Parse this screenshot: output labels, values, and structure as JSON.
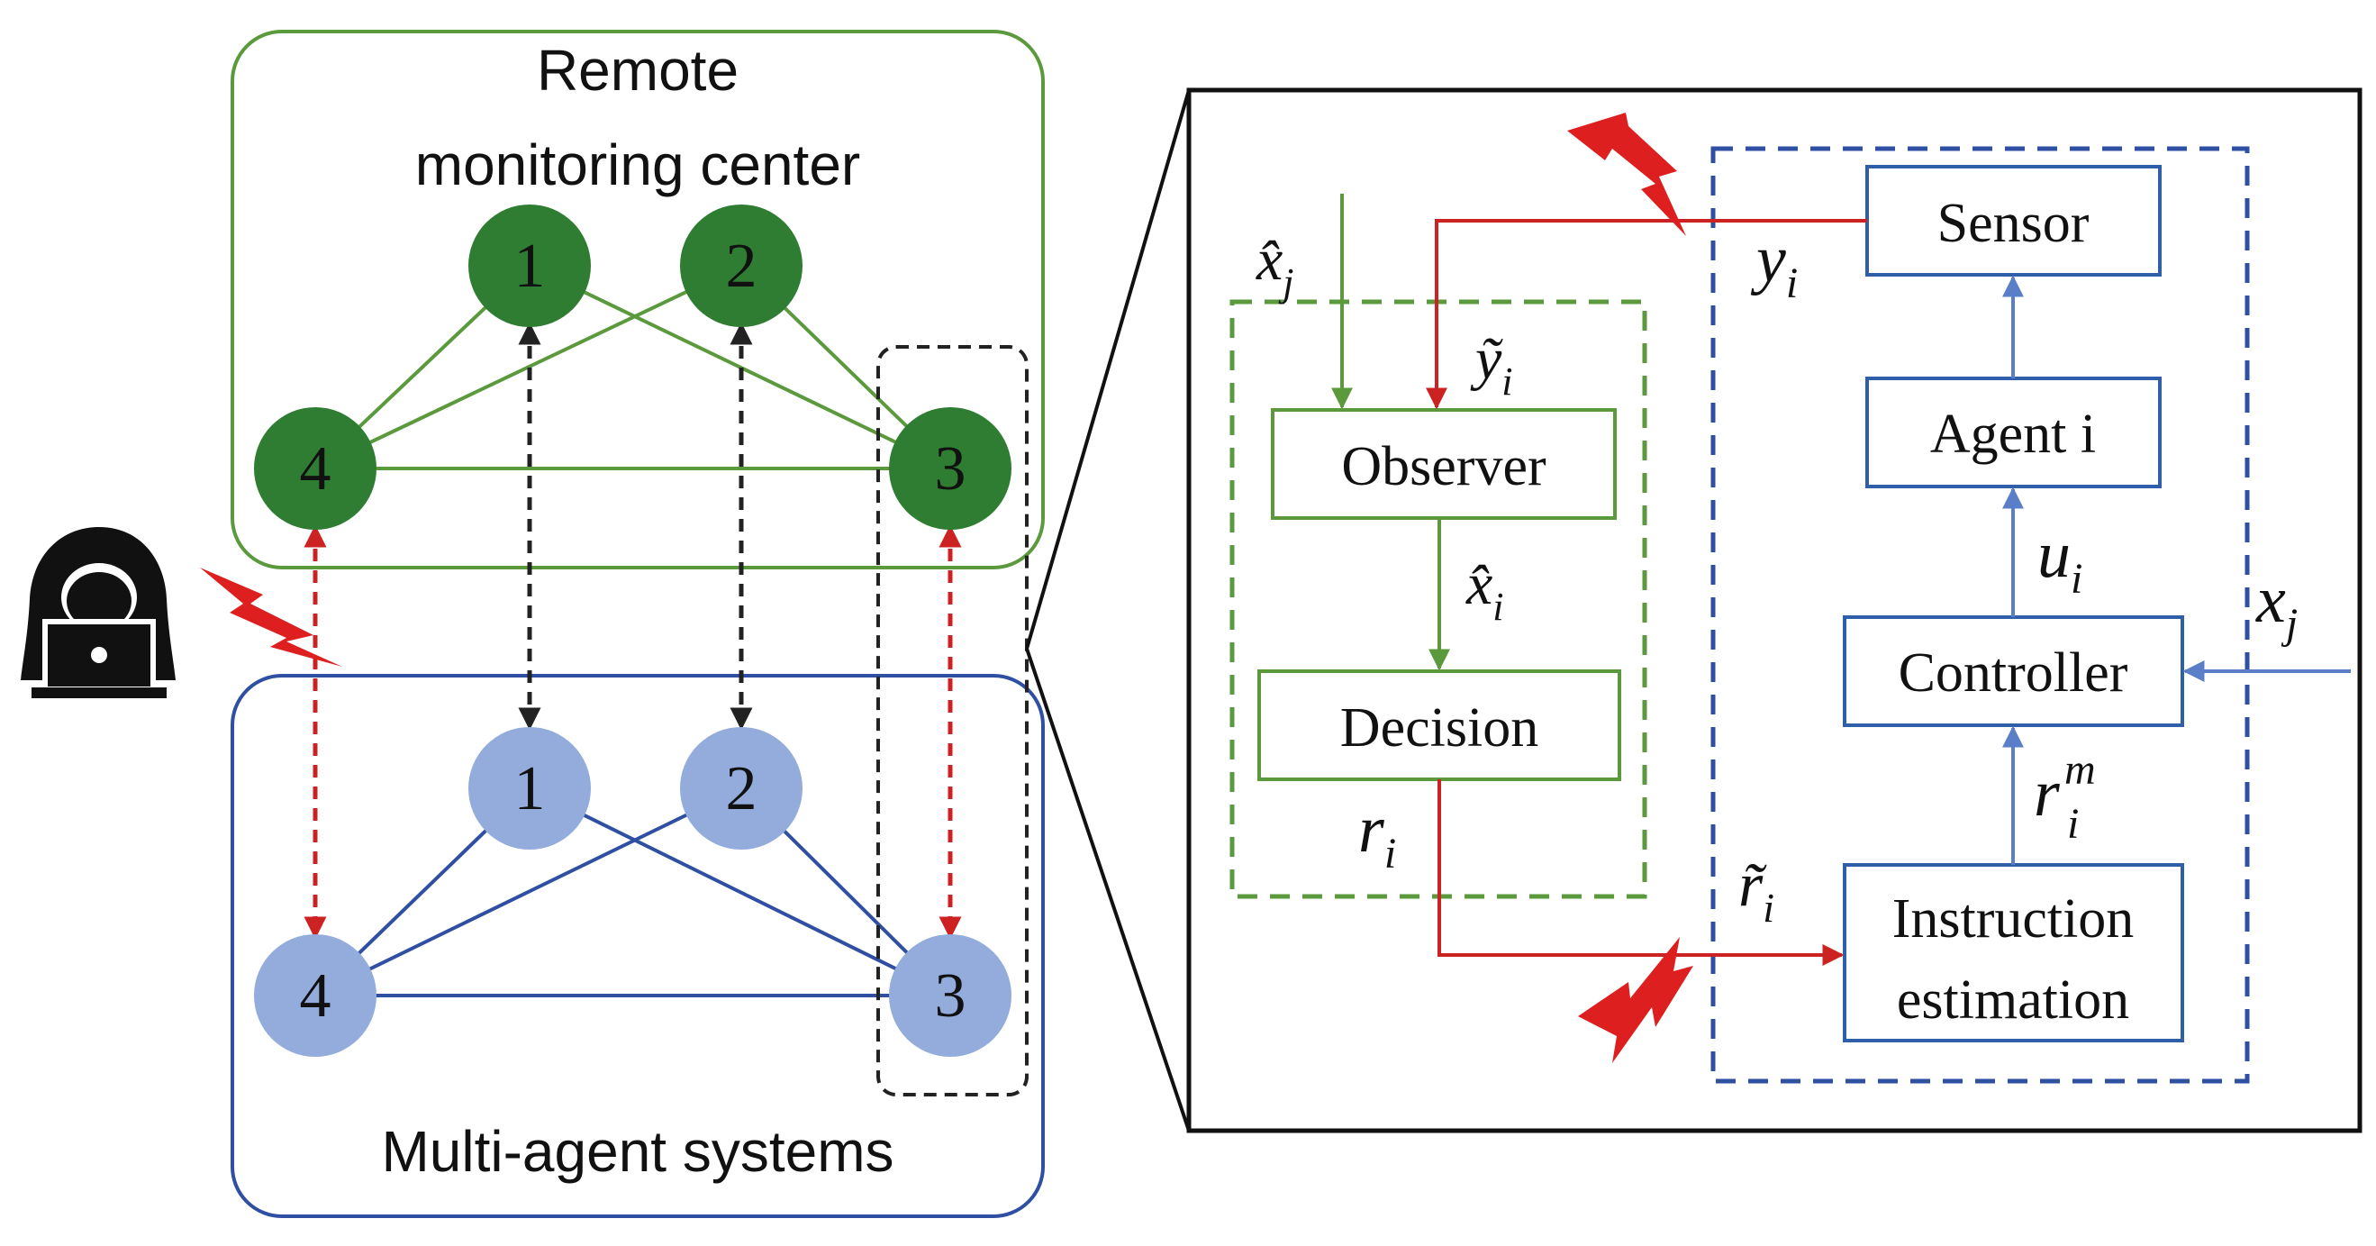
{
  "colors": {
    "green": "#5a9a3c",
    "green_node": "#2f7d32",
    "blue_frame": "#2f4fa3",
    "blue_node": "#93acdc",
    "blue_line": "#2f4fa3",
    "red": "#cc2222",
    "dark_dashed": "#222222",
    "block_green": "#5a9a3c",
    "block_blue": "#2f5fa8",
    "flow_blue": "#5a7fc8",
    "lightning": "#dd1f1f"
  },
  "left": {
    "remote_center": {
      "line1": "Remote",
      "line2": "monitoring center"
    },
    "multi_agent": {
      "label": "Multi-agent systems"
    },
    "remote_nodes": [
      "1",
      "2",
      "3",
      "4"
    ],
    "agent_nodes": [
      "1",
      "2",
      "3",
      "4"
    ],
    "hacker_icon": "hacker-icon"
  },
  "right": {
    "blocks": {
      "sensor": "Sensor",
      "agent": "Agent i",
      "controller": "Controller",
      "instruction_line1": "Instruction",
      "instruction_line2": "estimation",
      "observer": "Observer",
      "decision": "Decision"
    },
    "signals": {
      "x_hat_j": {
        "base": "x̂",
        "sub": "j"
      },
      "y_tilde_i": {
        "base": "ỹ",
        "sub": "i"
      },
      "y_i": {
        "base": "y",
        "sub": "i"
      },
      "x_hat_i": {
        "base": "x̂",
        "sub": "i"
      },
      "r_i": {
        "base": "r",
        "sub": "i"
      },
      "r_tilde_i": {
        "base": "r̃",
        "sub": "i"
      },
      "u_i": {
        "base": "u",
        "sub": "i"
      },
      "r_i_m": {
        "base": "r",
        "sub": "i",
        "sup": "m"
      },
      "x_j": {
        "base": "x",
        "sub": "j"
      }
    }
  }
}
